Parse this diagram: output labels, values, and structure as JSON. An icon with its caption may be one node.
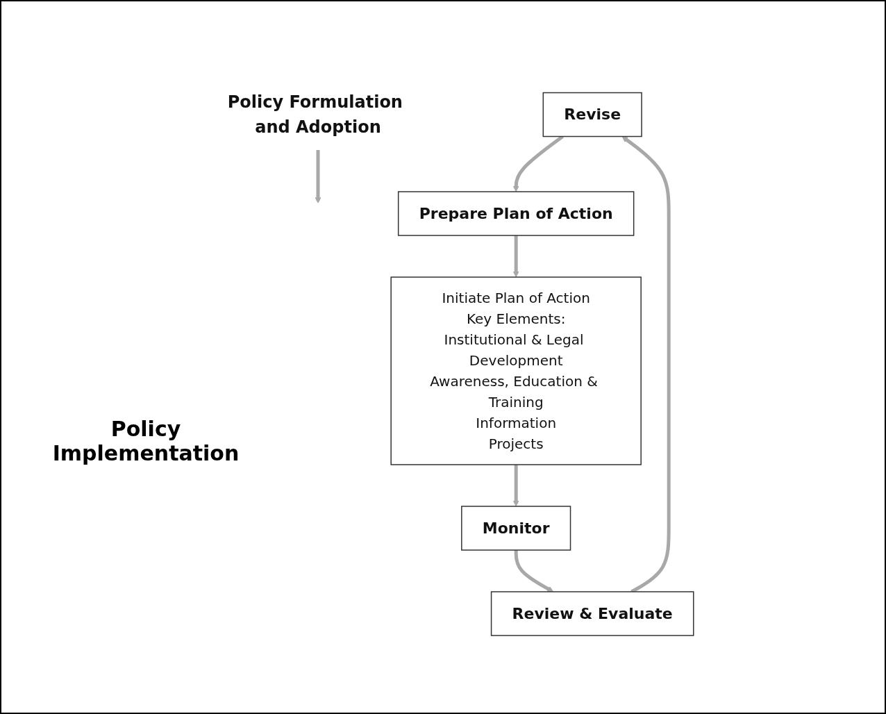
{
  "diagram": {
    "nodes": [
      {
        "text": [
          "Policy Formulation and Adoption"
        ]
      },
      {
        "text": [
          "Revise"
        ]
      },
      {
        "text": [
          "Prepare Plan of Action"
        ]
      },
      {
        "text": [
          "Initiate Plan of Action",
          "Key Elements:",
          "Institutional & Legal Development",
          "Awareness, Education & Training",
          "Information",
          "Projects"
        ]
      },
      {
        "text": [
          "Review & Evaluate"
        ]
      },
      {
        "text": [
          "Monitor"
        ]
      }
    ],
    "edges": [
      {
        "from": 0,
        "to": null,
        "arrow": "to"
      },
      {
        "from": 1,
        "to": 2,
        "arrow": "to"
      },
      {
        "from": 2,
        "to": 3,
        "arrow": "to"
      },
      {
        "from": 3,
        "to": 5,
        "arrow": "to"
      },
      {
        "from": 5,
        "to": 4,
        "arrow": "to"
      },
      {
        "from": 4,
        "to": 1,
        "arrow": "to"
      }
    ],
    "labels": [
      "Policy Implementation"
    ]
  }
}
